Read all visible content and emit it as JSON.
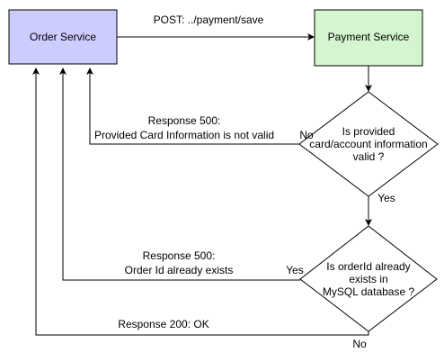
{
  "nodes": {
    "order_service": {
      "label": "Order Service",
      "fill": "#CCCCFF"
    },
    "payment_service": {
      "label": "Payment Service",
      "fill": "#D5F5D0"
    },
    "decision_card_valid": {
      "lines": [
        "Is provided",
        "card/account information",
        "valid ?"
      ]
    },
    "decision_order_exists": {
      "lines": [
        "Is orderId already",
        "exists in",
        "MySQL database ?"
      ]
    }
  },
  "edges": {
    "post_request": {
      "label": "POST: ../payment/save"
    },
    "card_invalid_response": {
      "lines": [
        "Response 500:",
        "Provided Card Information is not valid"
      ],
      "branch": "No"
    },
    "card_valid_branch": {
      "branch": "Yes"
    },
    "order_exists_response": {
      "lines": [
        "Response 500:",
        "Order Id already exists"
      ],
      "branch": "Yes"
    },
    "ok_response": {
      "label": "Response 200: OK",
      "branch": "No"
    }
  },
  "colors": {
    "line": "#000000",
    "order_service_fill": "#CCCCFF",
    "payment_service_fill": "#D5F5D0",
    "decision_fill": "#FFFFFF"
  }
}
